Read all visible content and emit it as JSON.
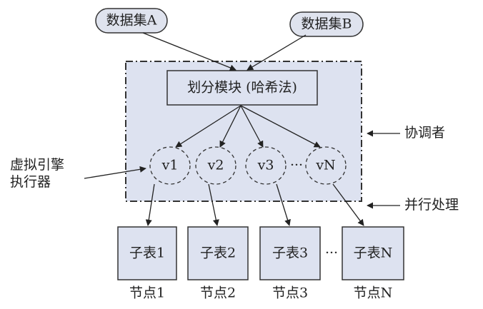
{
  "datasets": {
    "a": "数据集A",
    "b": "数据集B"
  },
  "partition_module": "划分模块 (哈希法)",
  "vnodes": [
    "v1",
    "v2",
    "v3",
    "vN"
  ],
  "vnode_ellipsis": "···",
  "subtables": [
    "子表1",
    "子表2",
    "子表3",
    "子表N"
  ],
  "subtable_ellipsis": "···",
  "nodes": [
    "节点1",
    "节点2",
    "节点3",
    "节点N"
  ],
  "annotations": {
    "coordinator": "协调者",
    "parallel": "并行处理",
    "vengine_line1": "虚拟引擎",
    "vengine_line2": "执行器"
  },
  "colors": {
    "fill": "#dde2f0",
    "oval_fill": "#dfe3ee",
    "stroke": "#333333"
  }
}
